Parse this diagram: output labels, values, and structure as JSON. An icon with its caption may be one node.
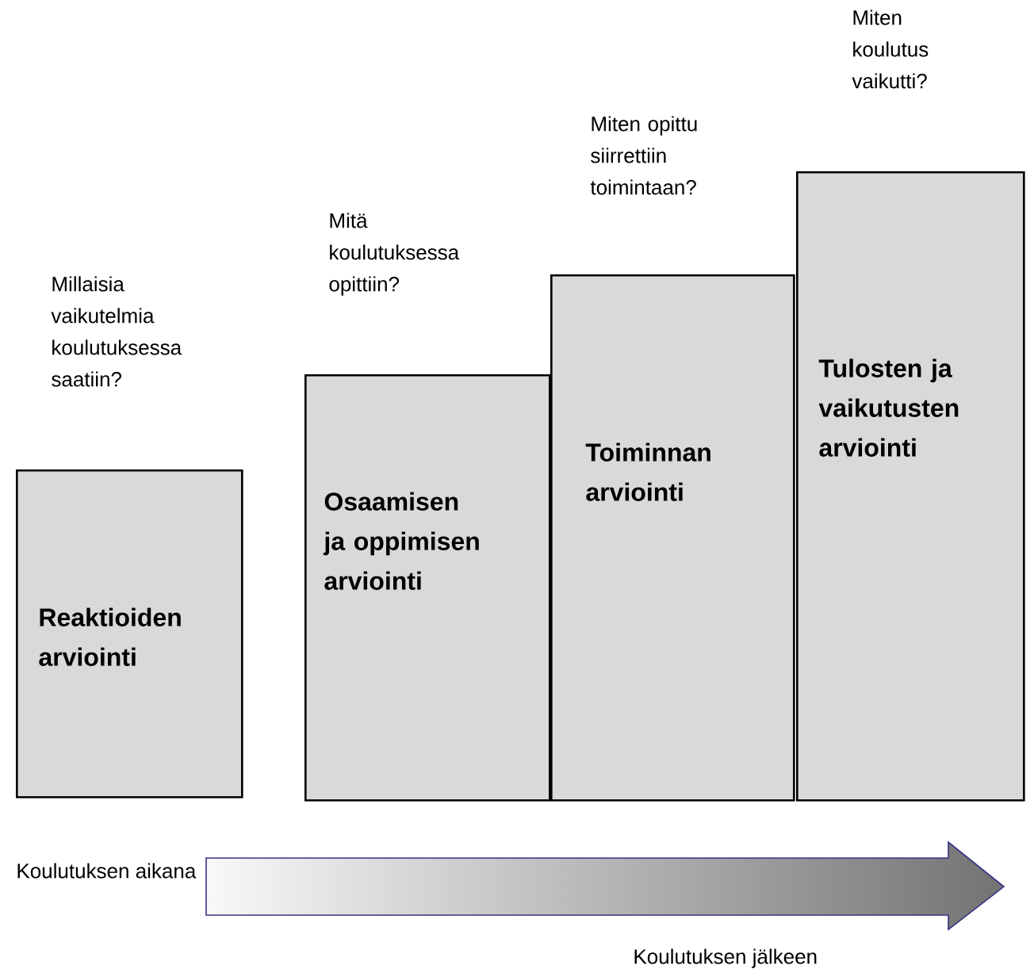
{
  "diagram": {
    "nodes": [
      {
        "text": [
          "Reaktioiden arviointi"
        ]
      },
      {
        "text": [
          "Osaamisen ja oppimisen arviointi"
        ]
      },
      {
        "text": [
          "Toiminnan arviointi"
        ]
      },
      {
        "text": [
          "Tulosten ja vaikutusten arviointi"
        ]
      }
    ],
    "edges": [],
    "labels": [
      "Millaisia vaikutelmia koulutuksessa saatiin?",
      "Mitä koulutuksessa opittiin?",
      "Miten opittu siirrettiin toimintaan?",
      "Miten koulutus vaikutti?",
      "Koulutuksen aikana",
      "Koulutuksen jälkeen"
    ]
  }
}
